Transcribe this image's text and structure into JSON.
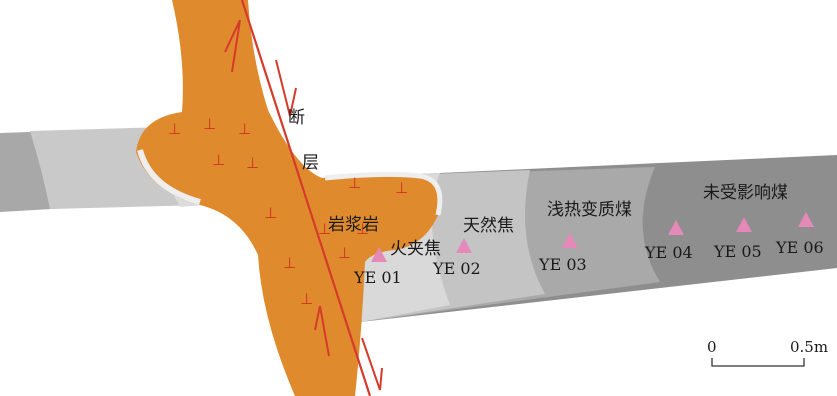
{
  "labels": {
    "fault_char1": "断",
    "fault_char2": "层",
    "magma": "岩浆岩",
    "coke_inclusion": "火夹焦",
    "natural_coke": "天然焦",
    "shallow_metamorphic": "浅热变质煤",
    "unaffected": "未受影响煤"
  },
  "samples": [
    {
      "id": "YE 01"
    },
    {
      "id": "YE 02"
    },
    {
      "id": "YE 03"
    },
    {
      "id": "YE 04"
    },
    {
      "id": "YE 05"
    },
    {
      "id": "YE 06"
    }
  ],
  "scale_bar": {
    "start": "0",
    "end": "0.5m"
  },
  "igneous_symbol": "⊥",
  "colors": {
    "intrusion": "#e08a2e",
    "coal_left": "#a8a8a8",
    "coal_left_light": "#c9c9c9",
    "baked_zone": "#d9d9d9",
    "natural_coke_zone": "#c4c4c4",
    "metamorphic_zone": "#a9a9a9",
    "unaffected_zone": "#8e8e8e",
    "sample_marker": "#e58ab8",
    "fault_line": "#d63a2a"
  }
}
